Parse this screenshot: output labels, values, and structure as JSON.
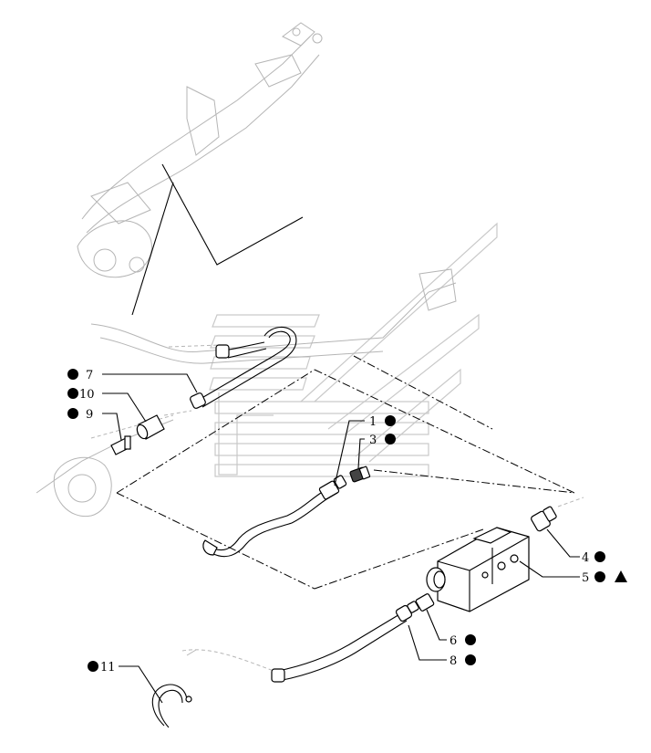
{
  "diagram": {
    "callouts": [
      {
        "id": "c7",
        "label": "7",
        "symbols": [
          "dot"
        ]
      },
      {
        "id": "c10",
        "label": "10",
        "symbols": [
          "dot"
        ]
      },
      {
        "id": "c9",
        "label": "9",
        "symbols": [
          "dot"
        ]
      },
      {
        "id": "c1",
        "label": "1",
        "symbols": [
          "dot"
        ]
      },
      {
        "id": "c3",
        "label": "3",
        "symbols": [
          "dot"
        ]
      },
      {
        "id": "c4",
        "label": "4",
        "symbols": [
          "dot"
        ]
      },
      {
        "id": "c5",
        "label": "5",
        "symbols": [
          "dot",
          "triangle"
        ]
      },
      {
        "id": "c6",
        "label": "6",
        "symbols": [
          "dot"
        ]
      },
      {
        "id": "c8",
        "label": "8",
        "symbols": [
          "dot"
        ]
      },
      {
        "id": "c11",
        "label": "11",
        "symbols": [
          "dot"
        ]
      }
    ],
    "colors": {
      "line": "#000000",
      "ghost": "#b5b5b5",
      "watermark": "#c9c9c9"
    }
  }
}
